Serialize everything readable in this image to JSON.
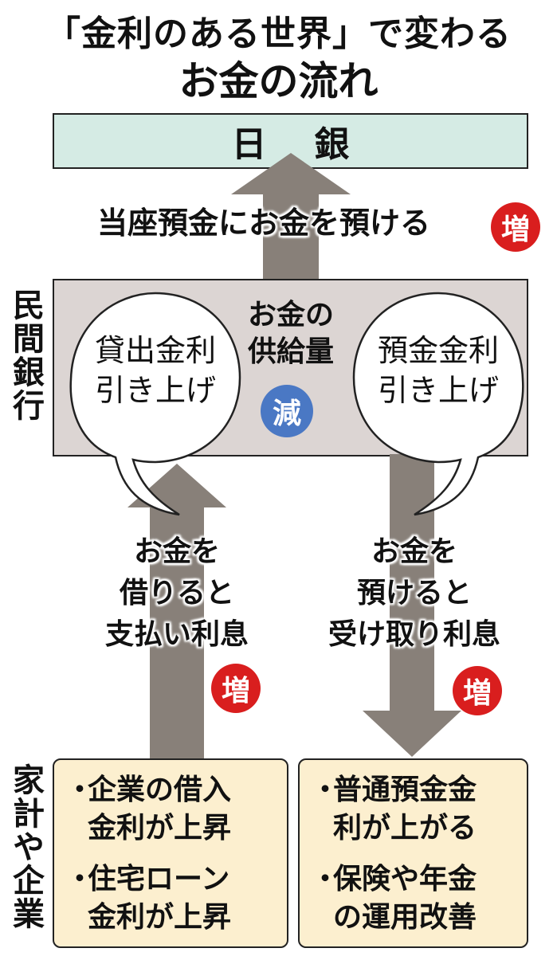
{
  "title": {
    "line1": "「金利のある世界」で変わる",
    "line2": "お金の流れ"
  },
  "boj": {
    "label": "日銀"
  },
  "current_account": {
    "label": "当座預金にお金を預ける",
    "badge": "増"
  },
  "bank": {
    "side_label": "民間銀行",
    "lending_bubble": {
      "line1": "貸出金利",
      "line2": "引き上げ"
    },
    "deposit_bubble": {
      "line1": "預金金利",
      "line2": "引き上げ"
    },
    "supply": {
      "line1": "お金の",
      "line2": "供給量",
      "badge": "減"
    }
  },
  "borrow_flow": {
    "line1": "お金を",
    "line2": "借りると",
    "line3": "支払い利息",
    "badge": "増"
  },
  "deposit_flow": {
    "line1": "お金を",
    "line2": "預けると",
    "line3": "受け取り利息",
    "badge": "増"
  },
  "households": {
    "side_label": "家計や企業",
    "left_box": {
      "items": [
        {
          "bullet": "・",
          "text": "企業の借入\n金利が上昇"
        },
        {
          "bullet": "・",
          "text": "住宅ローン\n金利が上昇"
        }
      ]
    },
    "right_box": {
      "items": [
        {
          "bullet": "・",
          "text": "普通預金金\n利が上がる"
        },
        {
          "bullet": "・",
          "text": "保険や年金\nの運用改善"
        }
      ]
    }
  },
  "colors": {
    "arrow": "#888079",
    "increase_badge": "#d91e1e",
    "decrease_badge": "#4a78c4",
    "boj_fill": "#d5ebe4",
    "bank_fill": "#dcd5d3",
    "household_fill": "#fcefcf"
  }
}
